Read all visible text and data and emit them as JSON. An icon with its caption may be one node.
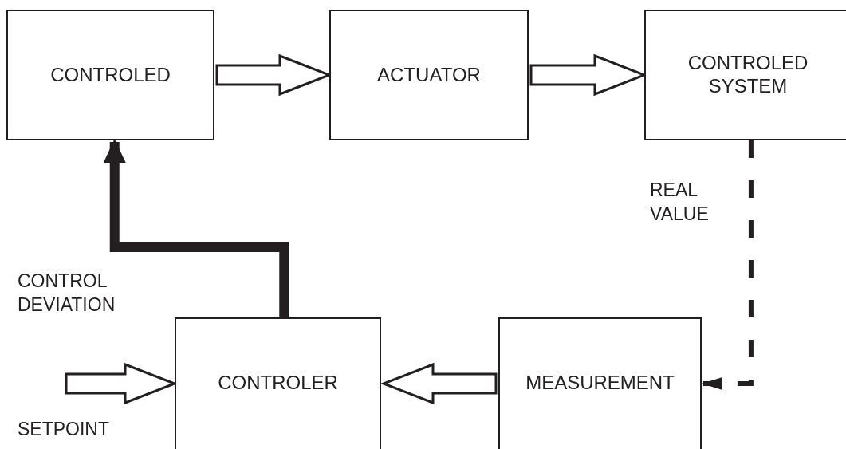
{
  "diagram": {
    "nodes": [
      {
        "text": [
          "CONTROLED"
        ]
      },
      {
        "text": [
          "ACTUATOR"
        ]
      },
      {
        "text": [
          "CONTROLED SYSTEM"
        ]
      },
      {
        "text": [
          "CONTROLER"
        ]
      },
      {
        "text": [
          "MEASUREMENT"
        ]
      }
    ],
    "edges": [
      {
        "from": 0,
        "to": 1,
        "arrow": "to"
      },
      {
        "from": 1,
        "to": 2,
        "arrow": "to"
      },
      {
        "from": 4,
        "to": 3,
        "arrow": "to"
      },
      {
        "from": null,
        "to": 3,
        "arrow": "to",
        "label": "SETPOINT"
      },
      {
        "from": 3,
        "to": 0,
        "arrow": "to",
        "style": "thick",
        "label": "CONTROL DEVIATION"
      },
      {
        "from": 2,
        "to": 4,
        "arrow": "to",
        "style": "dashed",
        "label": "REAL VALUE"
      }
    ]
  }
}
